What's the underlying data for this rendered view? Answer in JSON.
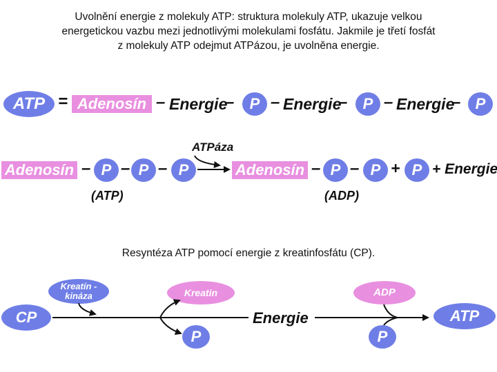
{
  "caption_top": "Uvolnění energie z molekuly ATP: struktura molekuly ATP, ukazuje velkou energetickou vazbu mezi jednotlivými molekulami fosfátu. Jakmile je třetí fosfát z molekuly ATP odejmut ATPázou, je uvolněna energie.",
  "caption_top_lines": [
    "Uvolnění energie z molekuly ATP: struktura molekuly ATP, ukazuje velkou",
    "energetickou vazbu mezi jednotlivými molekulami fosfátu. Jakmile je třetí fosfát",
    "z molekuly ATP odejmut ATPázou, je uvolněna energie."
  ],
  "row1": {
    "atp": "ATP",
    "equals": "=",
    "adenosin": "Adenosín",
    "dash": "–",
    "energie": "Energie",
    "p": "P"
  },
  "row2": {
    "adenosin": "Adenosín",
    "p": "P",
    "dash": "–",
    "enzyme": "ATPáza",
    "plus": "+",
    "plus_energie": "+ Energie",
    "label_left": "(ATP)",
    "label_right": "(ADP)"
  },
  "caption_bottom": "Resyntéza ATP pomocí energie z kreatinfosfátu (CP).",
  "row3": {
    "cp": "CP",
    "enzyme_line1": "Kreatín -",
    "enzyme_line2": "kináza",
    "kreatin": "Kreatin",
    "p": "P",
    "energie": "Energie",
    "adp": "ADP",
    "atp": "ATP"
  },
  "colors": {
    "pink": "#e98fe0",
    "blue": "#6f7ee6",
    "text": "#111111"
  }
}
